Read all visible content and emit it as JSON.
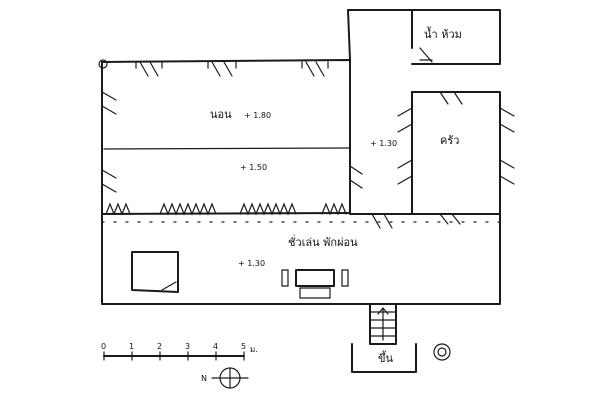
{
  "rooms": {
    "bedroom_label": "นอน",
    "bedroom_level": "+ 1.80",
    "hall_level": "+ 1.50",
    "passage_level": "+ 1.30",
    "kitchen_label": "ครัว",
    "bathroom_label": "น้ำ ห้วม",
    "terrace_label": "ชั่วเล่น   พักผ่อน",
    "terrace_level": "+ 1.30",
    "stair_label": "ขึ้น"
  },
  "scale_bar": {
    "ticks": [
      "0",
      "1",
      "2",
      "3",
      "4",
      "5"
    ],
    "unit": "ม."
  },
  "north": {
    "label": "N"
  }
}
